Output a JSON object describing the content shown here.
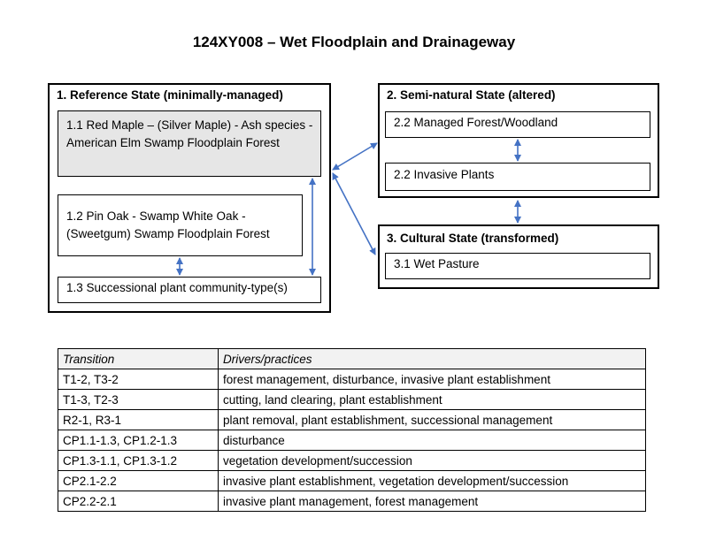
{
  "title": "124XY008 – Wet Floodplain and Drainageway",
  "states": {
    "s1": {
      "title": "1.  Reference State (minimally-managed)",
      "p11": "1.1 Red Maple – (Silver Maple) - Ash species - American Elm Swamp Floodplain Forest",
      "p12": "1.2  Pin Oak - Swamp White Oak - (Sweetgum) Swamp Floodplain Forest",
      "p13": "1.3  Successional plant community-type(s)"
    },
    "s2": {
      "title": "2.  Semi-natural State (altered)",
      "p21": "2.2  Managed Forest/Woodland",
      "p22": "2.2  Invasive Plants"
    },
    "s3": {
      "title": "3.  Cultural State (transformed)",
      "p31": "3.1  Wet Pasture"
    }
  },
  "table": {
    "headers": [
      "Transition",
      "Drivers/practices"
    ],
    "rows": [
      [
        "T1-2, T3-2",
        "forest management, disturbance, invasive plant establishment"
      ],
      [
        "T1-3, T2-3",
        "cutting, land clearing, plant establishment"
      ],
      [
        "R2-1, R3-1",
        "plant removal, plant establishment, successional management"
      ],
      [
        "CP1.1-1.3, CP1.2-1.3",
        "disturbance"
      ],
      [
        "CP1.3-1.1, CP1.3-1.2",
        "vegetation development/succession"
      ],
      [
        "CP2.1-2.2",
        "invasive plant establishment, vegetation development/succession"
      ],
      [
        "CP2.2-2.1",
        "invasive plant management, forest management"
      ]
    ]
  },
  "colors": {
    "arrow": "#4472c4",
    "grey_box": "#e6e6e6"
  }
}
